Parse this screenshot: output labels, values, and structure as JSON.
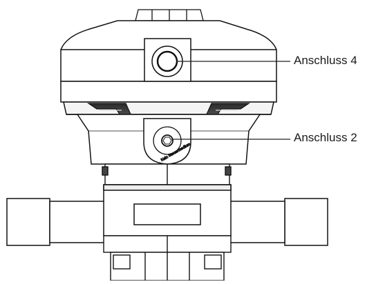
{
  "labels": {
    "port4": "Anschluss 4",
    "port2": "Anschluss 2"
  },
  "engraving": "Kein Steuermedium",
  "colors": {
    "body_fill": "#ffffff",
    "outline": "#111111",
    "shadow": "#3a3a3a",
    "leader_line": "#222222"
  }
}
